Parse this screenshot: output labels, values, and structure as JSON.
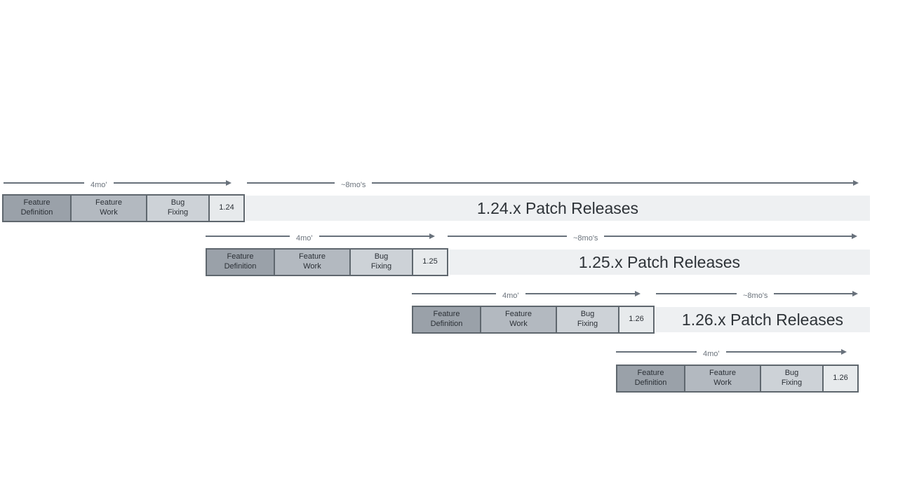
{
  "colors": {
    "phase_definition": "#9aa1a9",
    "phase_work": "#b3b9c0",
    "phase_bug": "#cdd2d7",
    "version_box": "#e7eaec",
    "patch_bar": "#eef0f2",
    "box_border": "#5f676e",
    "arrow": "#68717b",
    "box_text": "#2b3036",
    "patch_text": "#2e3338",
    "arrow_label_text": "#6b737c"
  },
  "rows": [
    {
      "version": "1.24",
      "phases": {
        "definition": "Feature\nDefinition",
        "work": "Feature\nWork",
        "bug": "Bug\nFixing"
      },
      "version_label": "1.24",
      "patch_label": "1.24.x Patch Releases",
      "dev_arrow_label": "4mo'",
      "patch_arrow_label": "~8mo's"
    },
    {
      "version": "1.25",
      "phases": {
        "definition": "Feature\nDefinition",
        "work": "Feature\nWork",
        "bug": "Bug\nFixing"
      },
      "version_label": "1.25",
      "patch_label": "1.25.x Patch Releases",
      "dev_arrow_label": "4mo'",
      "patch_arrow_label": "~8mo's"
    },
    {
      "version": "1.26",
      "phases": {
        "definition": "Feature\nDefinition",
        "work": "Feature\nWork",
        "bug": "Bug\nFixing"
      },
      "version_label": "1.26",
      "patch_label": "1.26.x Patch Releases",
      "dev_arrow_label": "4mo'",
      "patch_arrow_label": "~8mo's"
    },
    {
      "version": "1.26",
      "phases": {
        "definition": "Feature\nDefinition",
        "work": "Feature\nWork",
        "bug": "Bug\nFixing"
      },
      "version_label": "1.26",
      "dev_arrow_label": "4mo'"
    }
  ]
}
